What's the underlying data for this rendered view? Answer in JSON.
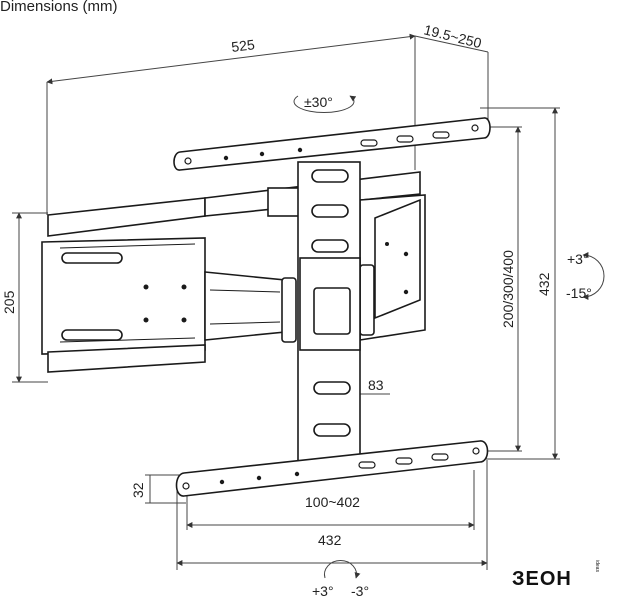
{
  "title": "Dimensions (mm)",
  "dimensions": {
    "overall_width": "525",
    "depth": "19.5~250",
    "swivel": "±30°",
    "tilt_up": "+3°",
    "tilt_down": "-15°",
    "wall_plate_height": "205",
    "vesa_vertical": "200/300/400",
    "overall_height": "432",
    "plate_width_small": "83",
    "bracket_height": "32",
    "vesa_horizontal": "100~402",
    "overall_bottom_width": "432",
    "level_plus": "+3°",
    "level_minus": "-3°"
  },
  "brand": {
    "name": "ЗЕОН",
    "tagline": "ideas"
  }
}
